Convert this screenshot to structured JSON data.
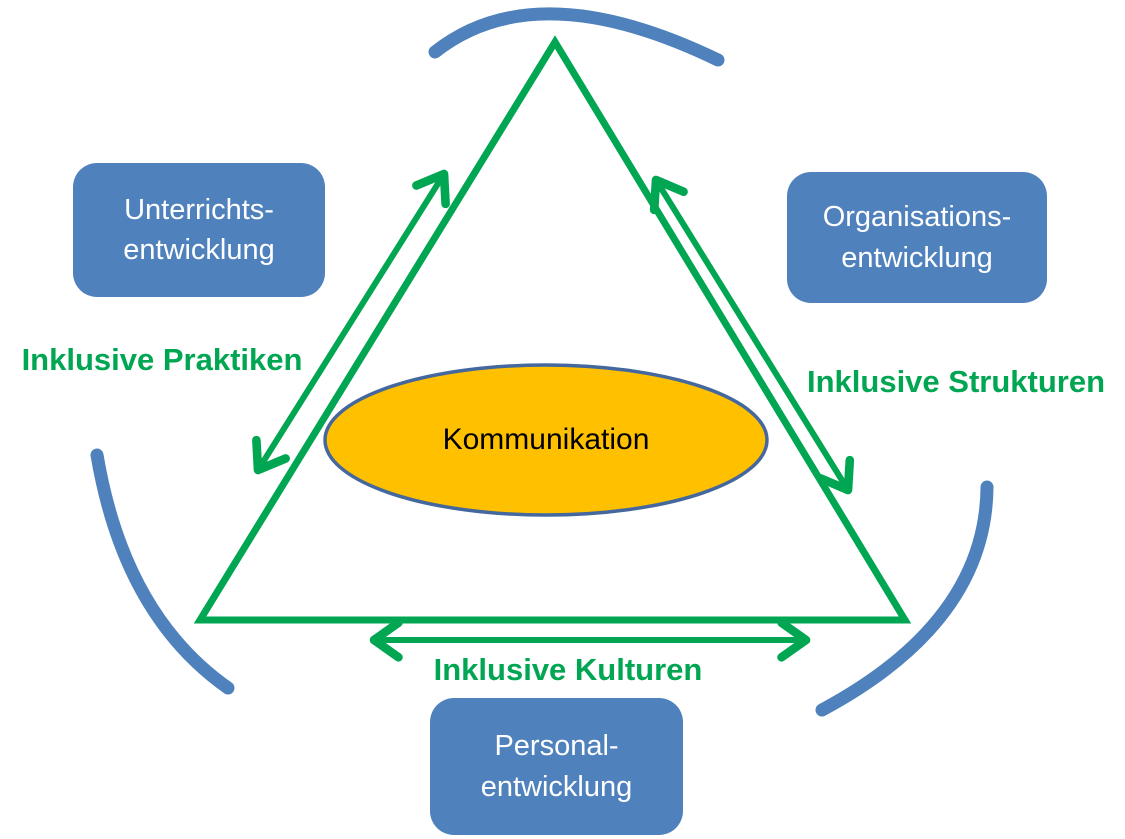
{
  "diagram": {
    "title_implicit": "",
    "center_ellipse": {
      "label": "Kommunikation"
    },
    "nodes": [
      {
        "id": "unterrichtsentwicklung",
        "line1": "Unterrichts-",
        "line2": "entwicklung"
      },
      {
        "id": "organisationsentwicklung",
        "line1": "Organisations-",
        "line2": "entwicklung"
      },
      {
        "id": "personalentwicklung",
        "line1": "Personal-",
        "line2": "entwicklung"
      }
    ],
    "edge_labels": [
      {
        "id": "praktiken",
        "label": "Inklusive Praktiken"
      },
      {
        "id": "strukturen",
        "label": "Inklusive Strukturen"
      },
      {
        "id": "kulturen",
        "label": "Inklusive Kulturen"
      }
    ],
    "colors": {
      "green": "#00A651",
      "blue": "#4F81BD",
      "orange": "#FFC000",
      "ellipse_border": "#44689D",
      "box_text": "#FFFFFF",
      "ellipse_text": "#000000"
    }
  }
}
